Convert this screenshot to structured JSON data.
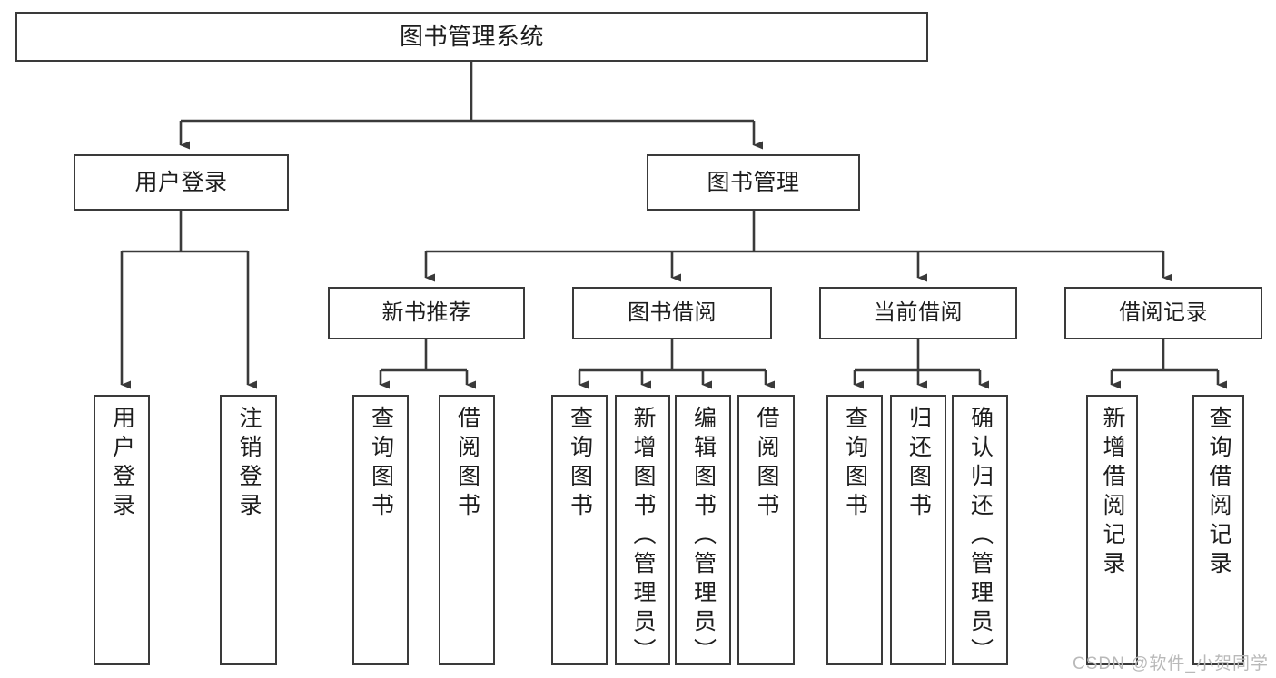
{
  "diagram": {
    "type": "tree-hierarchy-chart",
    "title": "图书管理系统",
    "line_color": "#3a3a3a",
    "box_fill": "#ffffff",
    "text_color": "#1d1d1d",
    "watermark": "CSDN @软件_小贺同学",
    "levels": {
      "root": {
        "label": "图书管理系统"
      },
      "level2": [
        {
          "label": "用户登录"
        },
        {
          "label": "图书管理"
        }
      ],
      "level3": [
        {
          "label": "新书推荐"
        },
        {
          "label": "图书借阅"
        },
        {
          "label": "当前借阅"
        },
        {
          "label": "借阅记录"
        }
      ],
      "leaves": {
        "user_login": [
          {
            "label": "用户登录"
          },
          {
            "label": "注销登录"
          }
        ],
        "new_book_recommend": [
          {
            "label": "查询图书"
          },
          {
            "label": "借阅图书"
          }
        ],
        "book_borrow": [
          {
            "label": "查询图书"
          },
          {
            "label": "新增图书（管理员）"
          },
          {
            "label": "编辑图书（管理员）"
          },
          {
            "label": "借阅图书"
          }
        ],
        "current_borrow": [
          {
            "label": "查询图书"
          },
          {
            "label": "归还图书"
          },
          {
            "label": "确认归还（管理员）"
          }
        ],
        "borrow_record": [
          {
            "label": "新增借阅记录"
          },
          {
            "label": "查询借阅记录"
          }
        ]
      }
    }
  }
}
